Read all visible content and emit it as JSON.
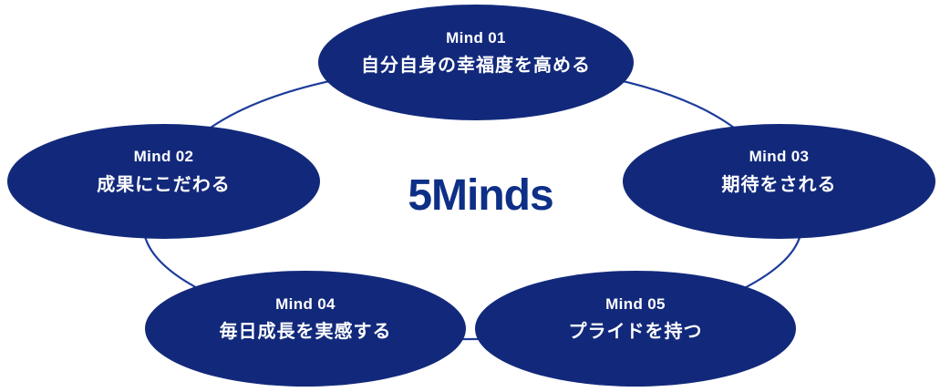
{
  "diagram": {
    "title": "5Minds",
    "minds": [
      {
        "label": "Mind 01",
        "text": "自分自身の幸福度を高める"
      },
      {
        "label": "Mind 02",
        "text": "成果にこだわる"
      },
      {
        "label": "Mind 03",
        "text": "期待をされる"
      },
      {
        "label": "Mind 04",
        "text": "毎日成長を実感する"
      },
      {
        "label": "Mind 05",
        "text": "プライドを持つ"
      }
    ]
  },
  "colors": {
    "ellipse_fill": "#12297b",
    "ring_stroke": "#1d3c9a",
    "title_color": "#0e2f87",
    "text_color": "#ffffff",
    "background": "#ffffff"
  }
}
